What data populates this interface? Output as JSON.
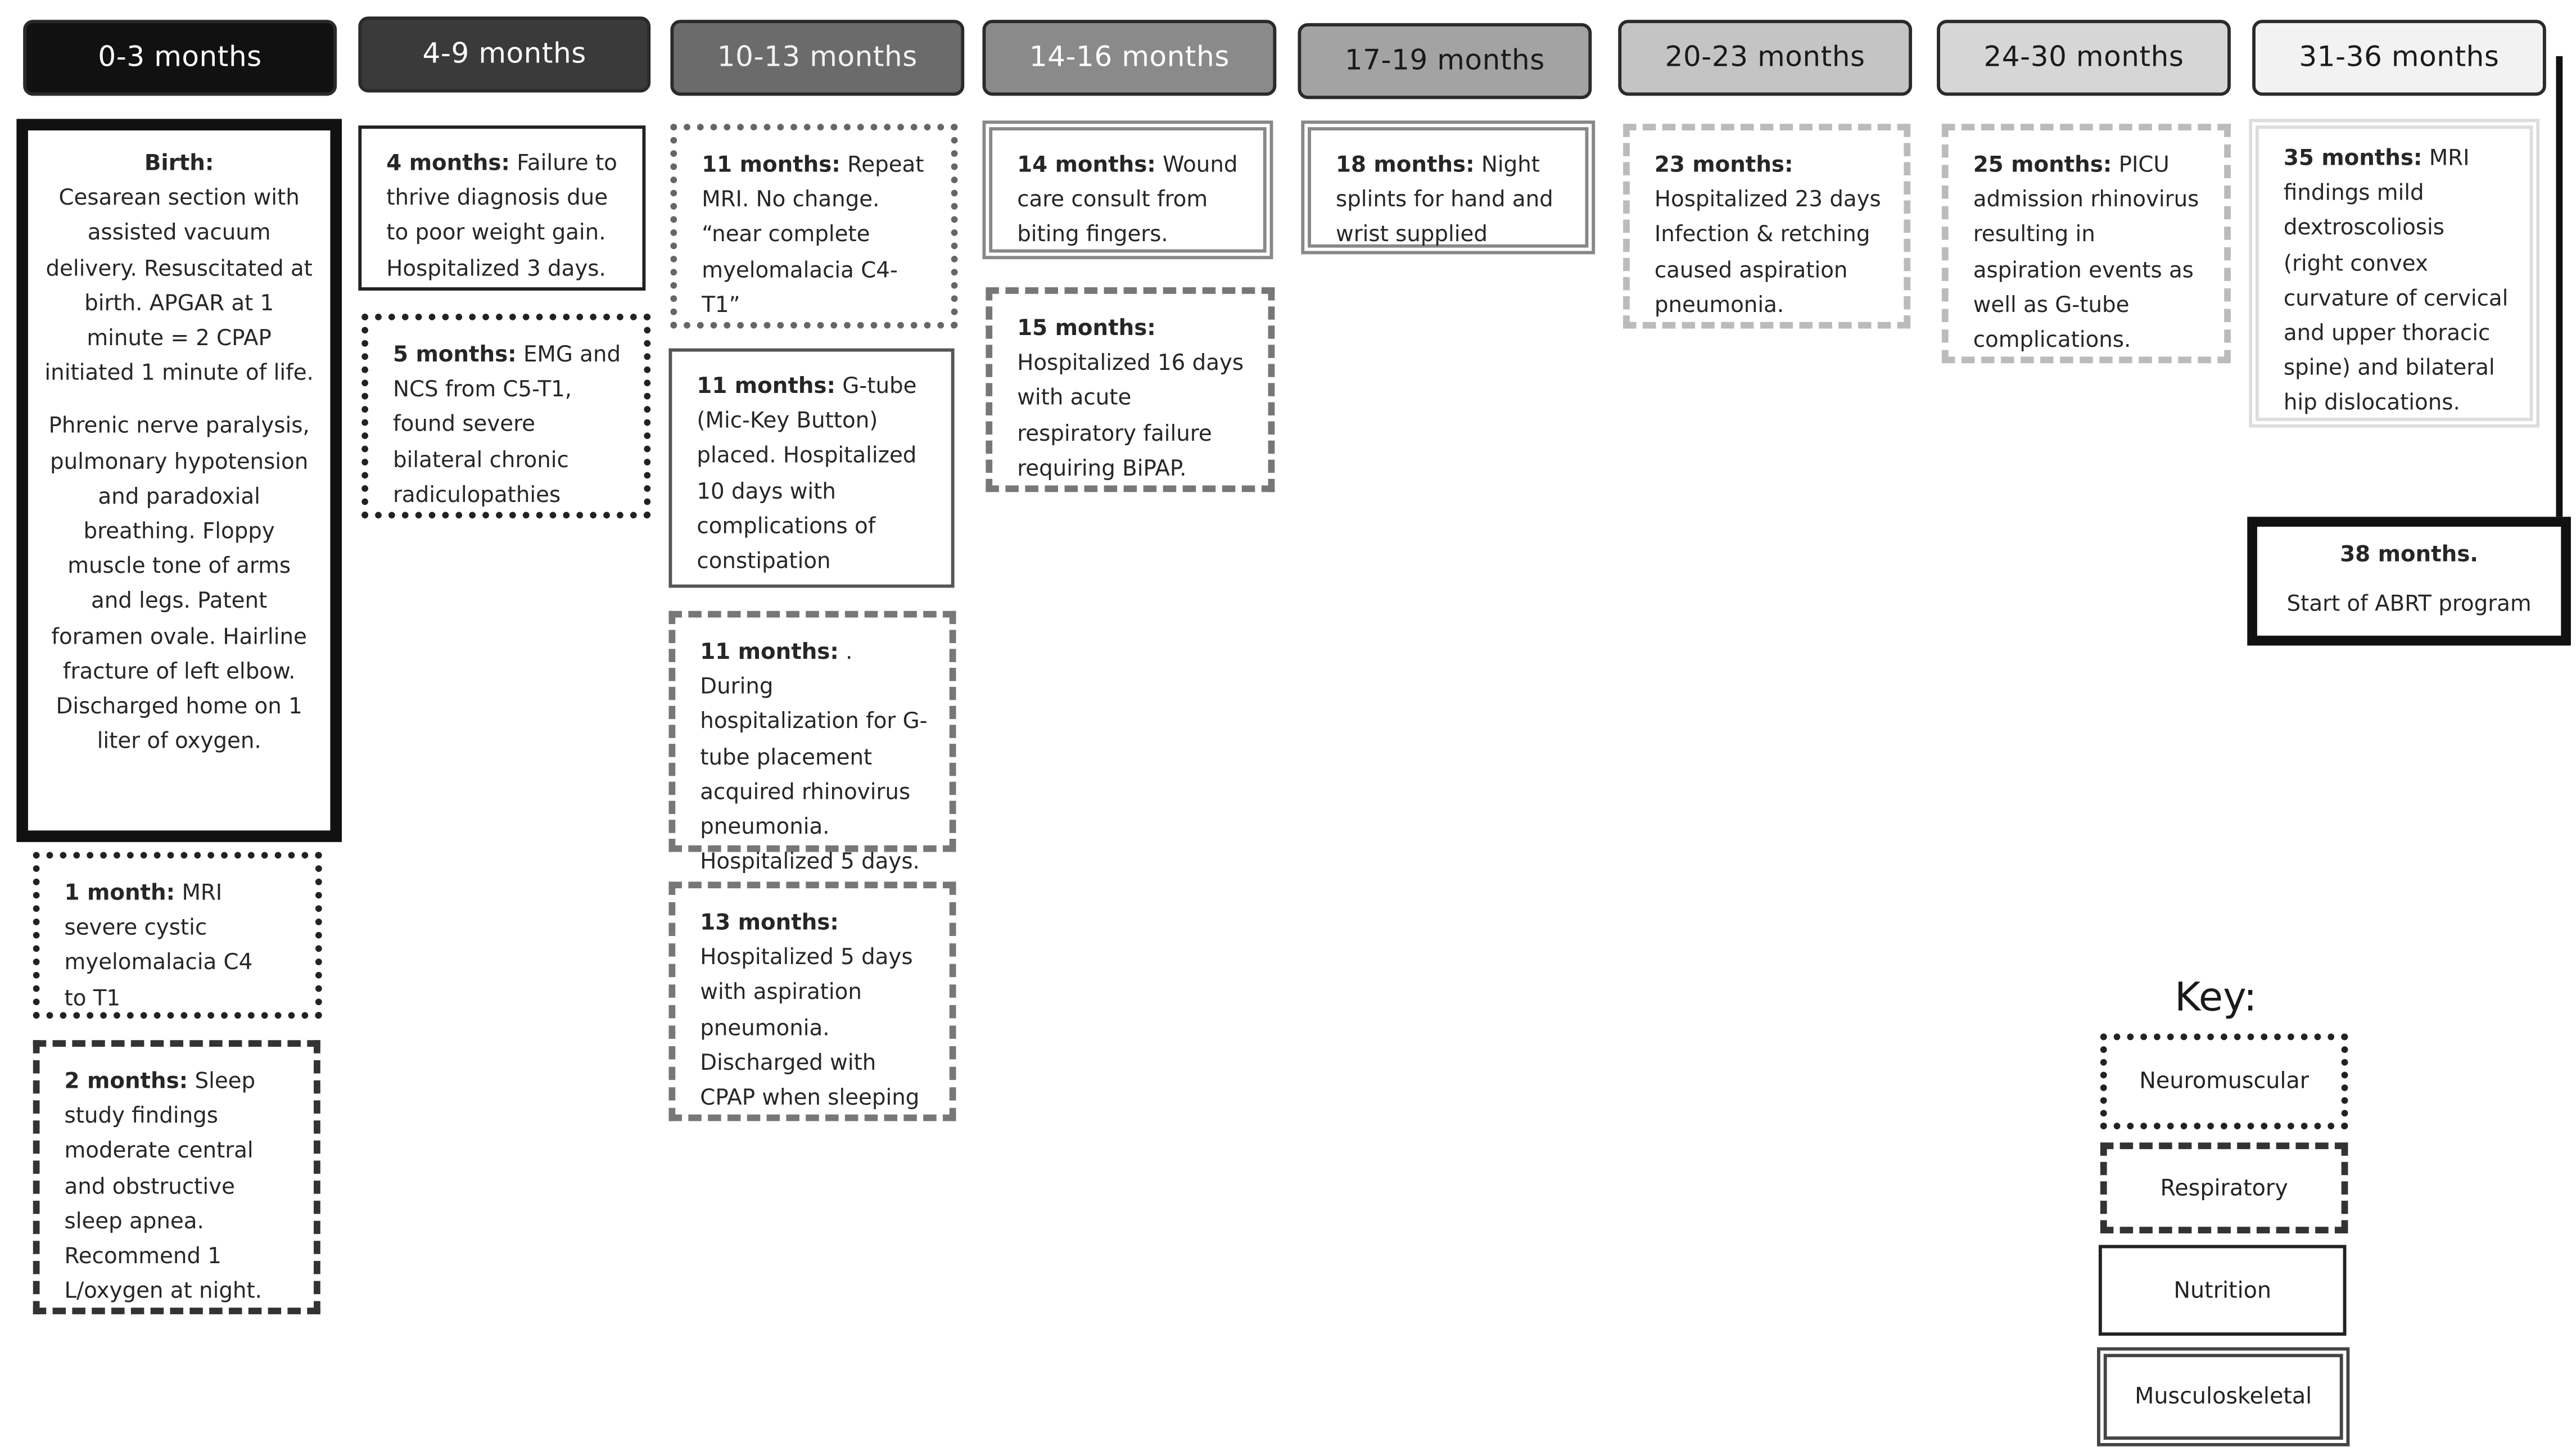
{
  "headers": [
    {
      "label": "0-3 months",
      "bg": "#111111",
      "fg": "#ffffff"
    },
    {
      "label": "4-9 months",
      "bg": "#3a3a3a",
      "fg": "#ffffff"
    },
    {
      "label": "10-13 months",
      "bg": "#6b6b6b",
      "fg": "#f2f2f2"
    },
    {
      "label": "14-16 months",
      "bg": "#8a8a8a",
      "fg": "#ffffff"
    },
    {
      "label": "17-19 months",
      "bg": "#a3a3a3",
      "fg": "#1a1a1a"
    },
    {
      "label": "20-23 months",
      "bg": "#c4c4c4",
      "fg": "#1a1a1a"
    },
    {
      "label": "24-30 months",
      "bg": "#d6d6d6",
      "fg": "#1a1a1a"
    },
    {
      "label": "31-36 months",
      "bg": "#f2f2f2",
      "fg": "#1a1a1a"
    }
  ],
  "events": {
    "birth": {
      "title": "Birth:",
      "part1": "Cesarean section with assisted vacuum delivery. Resuscitated at birth. APGAR at 1 minute = 2 CPAP initiated 1 minute of life.",
      "part2": "Phrenic nerve paralysis, pulmonary hypotension and paradoxial breathing. Floppy muscle tone of arms and legs. Patent foramen ovale. Hairline fracture of left elbow. Discharged home on 1 liter of oxygen."
    },
    "m1": {
      "lead": "1 month:",
      "text": " MRI severe cystic myelomalacia C4 to T1"
    },
    "m2": {
      "lead": "2 months:",
      "text": " Sleep study findings moderate central and obstructive sleep apnea. Recommend 1 L/oxygen at night."
    },
    "m4": {
      "lead": "4 months:",
      "text": " Failure to thrive diagnosis due to poor weight gain. Hospitalized 3 days."
    },
    "m5": {
      "lead": "5 months:",
      "text": " EMG and NCS from C5-T1, found severe bilateral chronic radiculopathies"
    },
    "m11a": {
      "lead": "11 months:",
      "text": " Repeat MRI. No change. “near complete myelomalacia C4-T1”"
    },
    "m11b": {
      "lead": "11 months:",
      "text": " G-tube (Mic-Key Button) placed. Hospitalized 10 days with complications of constipation"
    },
    "m11c": {
      "lead": "11 months:",
      "text": " . During hospitalization for G-tube placement acquired rhinovirus pneumonia. Hospitalized 5 days."
    },
    "m13": {
      "lead": "13 months:",
      "text": " Hospitalized 5 days with aspiration pneumonia. Discharged with CPAP when sleeping"
    },
    "m14": {
      "lead": "14 months:",
      "text": " Wound care consult from biting fingers."
    },
    "m15": {
      "lead": "15 months:",
      "text": " Hospitalized 16 days with acute respiratory failure requiring BiPAP."
    },
    "m18": {
      "lead": "18 months:",
      "text": " Night splints for hand and wrist supplied"
    },
    "m23": {
      "lead": "23 months:",
      "text": " Hospitalized 23 days Infection & retching caused aspiration pneumonia."
    },
    "m25": {
      "lead": "25 months:",
      "text": " PICU admission rhinovirus resulting in aspiration events as well as G-tube complications."
    },
    "m35": {
      "lead": "35 months:",
      "text": " MRI findings mild dextroscoliosis (right convex curvature of cervical and upper thoracic spine) and bilateral hip dislocations."
    },
    "m38": {
      "lead": "38 months.",
      "text": "Start of ABRT program"
    }
  },
  "key": {
    "title": "Key:",
    "items": [
      "Neuromuscular",
      "Respiratory",
      "Nutrition",
      "Musculoskeletal"
    ]
  }
}
